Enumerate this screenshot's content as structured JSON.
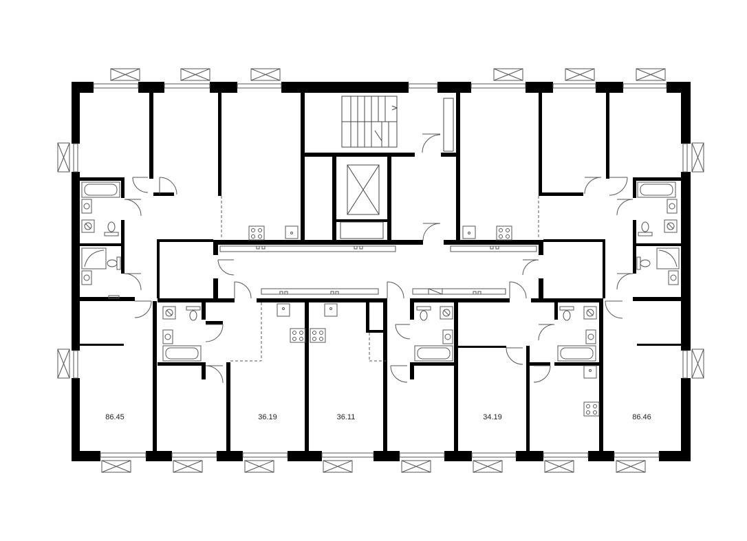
{
  "floor_plan": {
    "colors": {
      "wall": "#000000",
      "line": "#333333",
      "label": "#222222",
      "background": "#ffffff"
    },
    "apartments": [
      {
        "id": "apt-1",
        "area": "86.45"
      },
      {
        "id": "apt-2",
        "area": "36.19"
      },
      {
        "id": "apt-3",
        "area": "36.11"
      },
      {
        "id": "apt-4",
        "area": "34.19"
      },
      {
        "id": "apt-5",
        "area": "86.46"
      }
    ],
    "icons": [
      "window-icon",
      "door-swing-icon",
      "bathtub-icon",
      "toilet-icon",
      "sink-icon",
      "shower-icon",
      "stove-icon",
      "elevator-icon",
      "staircase-icon"
    ]
  }
}
